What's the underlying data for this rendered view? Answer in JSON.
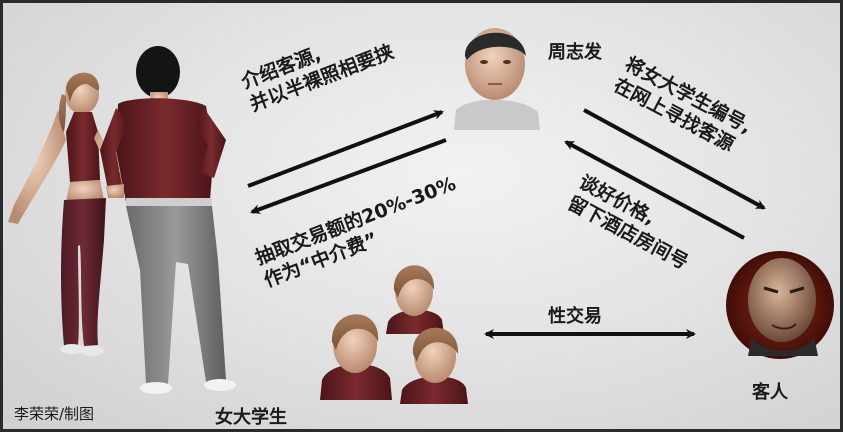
{
  "labels": {
    "zhou": "周志发",
    "guest": "客人",
    "students": "女大学生",
    "credit": "李荣荣/制图",
    "sex_trade": "性交易"
  },
  "arrow_texts": {
    "intro_line1": "介绍客源,",
    "intro_line2": "并以半裸照相要挟",
    "fee_line1": "抽取交易额的20%-30%",
    "fee_line2": "作为“中介费”",
    "number_line1": "将女大学生编号,",
    "number_line2": "在网上寻找客源",
    "price_line1": "谈好价格,",
    "price_line2": "留下酒店房间号"
  }
}
